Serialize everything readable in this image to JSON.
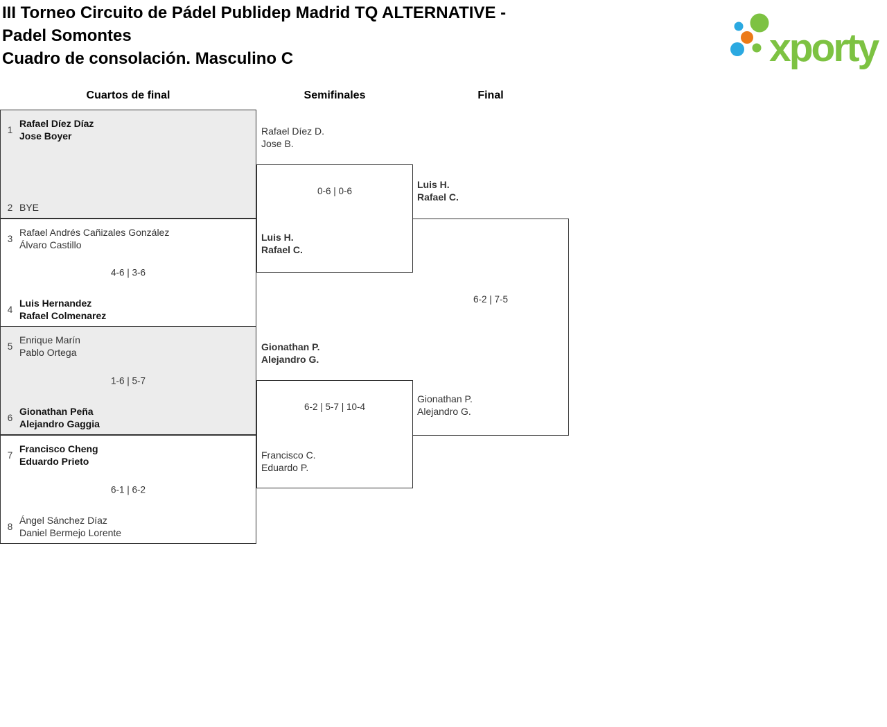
{
  "header": {
    "title_lines": [
      "III Torneo Circuito de Pádel Publidep Madrid TQ ALTERNATIVE -",
      "Padel Somontes",
      "Cuadro de consolación. Masculino C"
    ]
  },
  "logo": {
    "text": "xporty"
  },
  "colors": {
    "brandGreen": "#7DC242",
    "brandBlue": "#2BA9E1",
    "brandOrange": "#EC7A18",
    "boxGray": "#ECECEC",
    "borderDark": "#333333"
  },
  "bracket": {
    "rounds": [
      {
        "label": "Cuartos de final"
      },
      {
        "label": "Semifinales"
      },
      {
        "label": "Final"
      }
    ],
    "quarterfinals": [
      {
        "score": "",
        "top": {
          "seed": "1",
          "players": [
            "Rafael Díez Díaz",
            "Jose Boyer"
          ],
          "winner": true
        },
        "bottom": {
          "seed": "2",
          "players": [
            "BYE"
          ],
          "winner": false
        }
      },
      {
        "score": "4-6 | 3-6",
        "top": {
          "seed": "3",
          "players": [
            "Rafael Andrés Cañizales González",
            "Álvaro Castillo"
          ],
          "winner": false
        },
        "bottom": {
          "seed": "4",
          "players": [
            "Luis Hernandez",
            "Rafael Colmenarez"
          ],
          "winner": true
        }
      },
      {
        "score": "1-6 | 5-7",
        "top": {
          "seed": "5",
          "players": [
            "Enrique Marín",
            "Pablo Ortega"
          ],
          "winner": false
        },
        "bottom": {
          "seed": "6",
          "players": [
            "Gionathan Peña",
            "Alejandro Gaggia"
          ],
          "winner": true
        }
      },
      {
        "score": "6-1 | 6-2",
        "top": {
          "seed": "7",
          "players": [
            "Francisco Cheng",
            "Eduardo Prieto"
          ],
          "winner": true
        },
        "bottom": {
          "seed": "8",
          "players": [
            "Ángel Sánchez Díaz",
            "Daniel Bermejo Lorente"
          ],
          "winner": false
        }
      }
    ],
    "semifinals": [
      {
        "score": "0-6 | 0-6",
        "top": {
          "players": [
            "Rafael Díez D.",
            "Jose B."
          ],
          "winner": false
        },
        "bottom": {
          "players": [
            "Luis H.",
            "Rafael C."
          ],
          "winner": true
        }
      },
      {
        "score": "6-2 | 5-7 | 10-4",
        "top": {
          "players": [
            "Gionathan P.",
            "Alejandro G."
          ],
          "winner": true
        },
        "bottom": {
          "players": [
            "Francisco C.",
            "Eduardo P."
          ],
          "winner": false
        }
      }
    ],
    "final": {
      "score": "6-2 | 7-5",
      "top": {
        "players": [
          "Luis H.",
          "Rafael C."
        ],
        "winner": true
      },
      "bottom": {
        "players": [
          "Gionathan P.",
          "Alejandro G."
        ],
        "winner": false
      }
    }
  }
}
